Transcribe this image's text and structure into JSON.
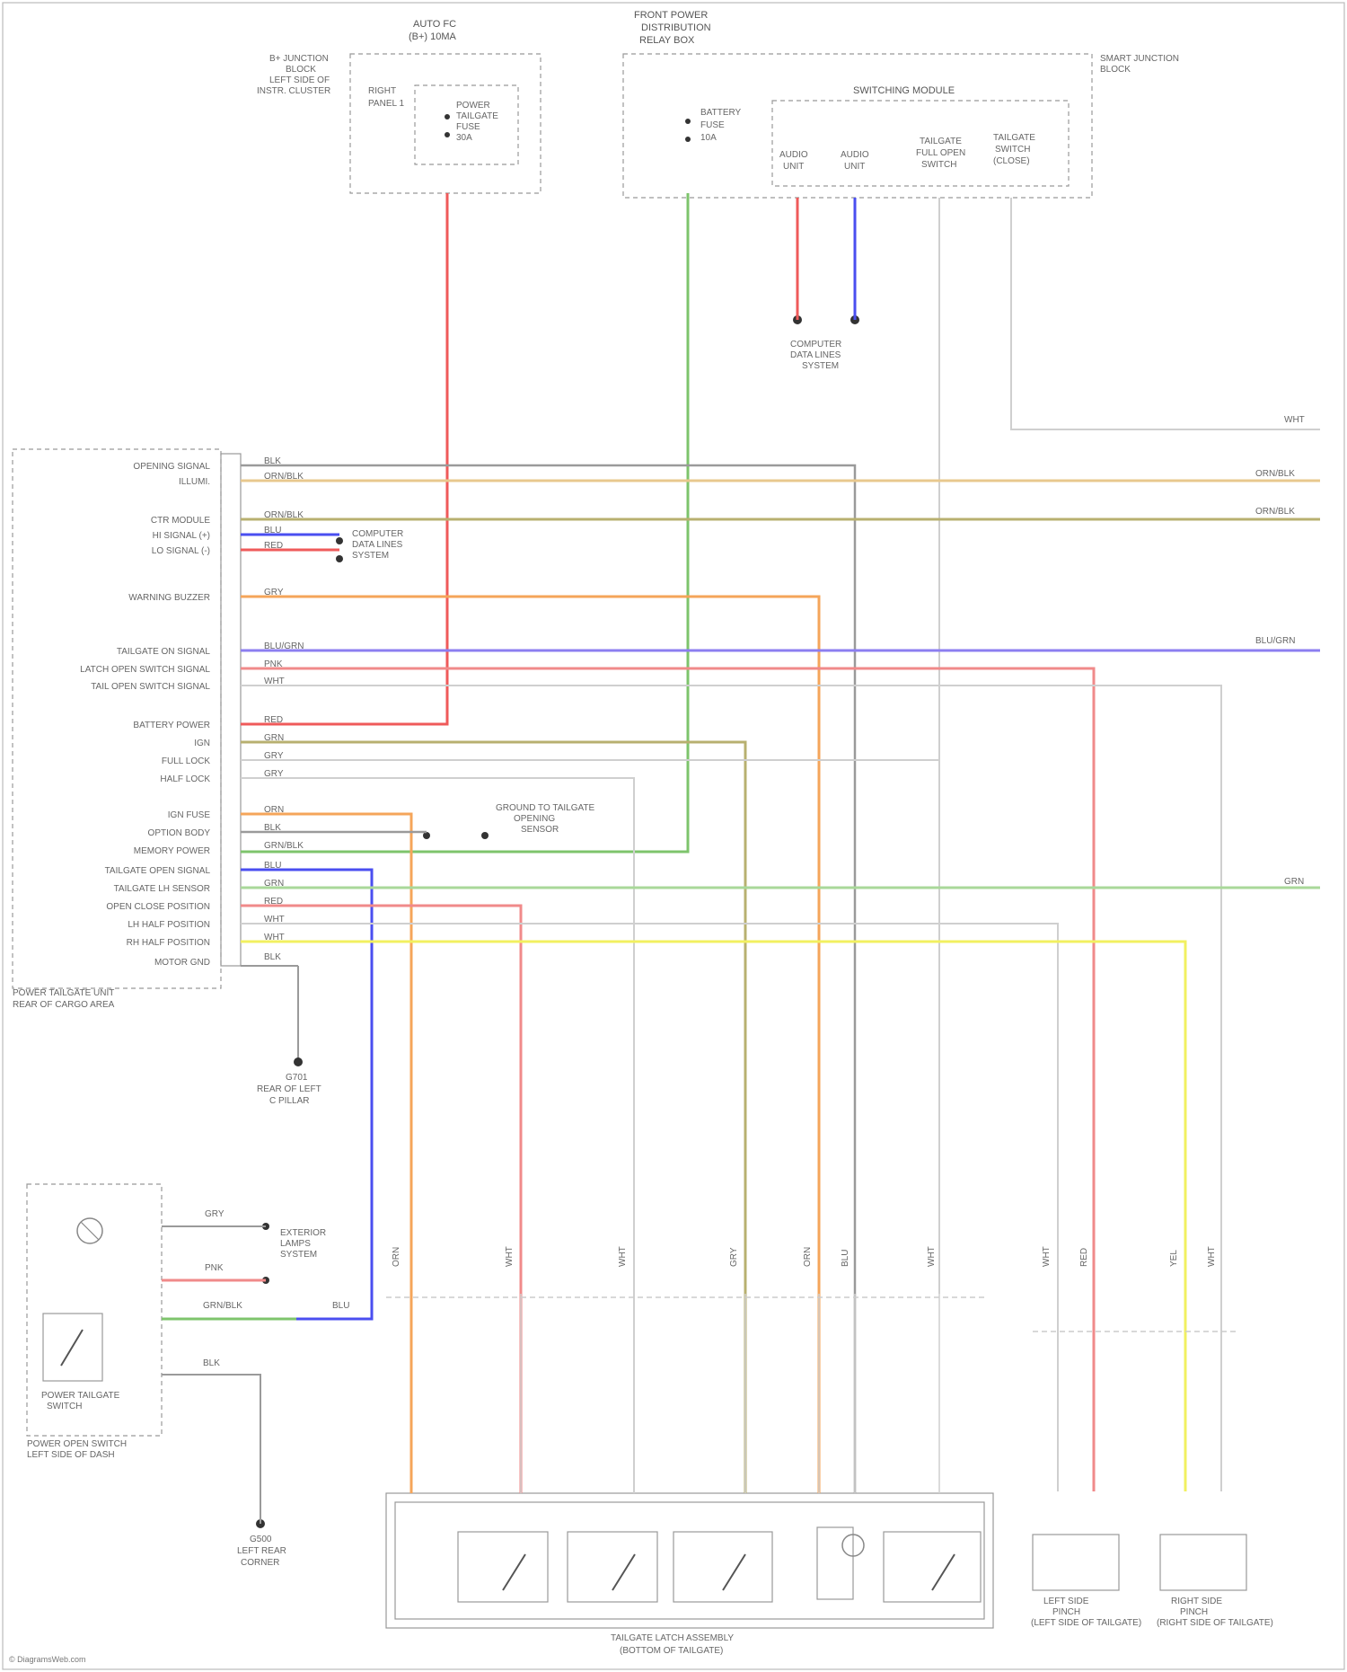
{
  "colors": {
    "red": "#ef5a5a",
    "pink": "#f08a8a",
    "blue": "#4a4ef0",
    "green": "#7ec46c",
    "orange": "#f5a55a",
    "tan": "#e8c88e",
    "violet": "#8c7ef0",
    "olive": "#b8b070",
    "yellow": "#f2f060",
    "lightgreen": "#a9d89a",
    "gray": "#9a9a9a",
    "lightgray": "#cfcfcf"
  },
  "labels": {
    "fuse_box": [
      "AUTO FC",
      "(B+) 10MA"
    ],
    "fuse_box_loc": [
      "B+ JUNCTION",
      "BLOCK",
      "LEFT SIDE OF",
      "INSTR. CLUSTER"
    ],
    "fuse_inner": [
      "RIGHT",
      "PANEL 1"
    ],
    "fuse_element": [
      "POWER",
      "TAILGATE",
      "FUSE",
      "30A"
    ],
    "relay_box": [
      "FRONT POWER",
      "DISTRIBUTION",
      "RELAY BOX"
    ],
    "relay_inner_fuse": [
      "BATTERY",
      "FUSE",
      "10A"
    ],
    "switching_module": "SWITCHING MODULE",
    "smart_junction": [
      "SMART JUNCTION",
      "BLOCK"
    ],
    "switch_a": [
      "AUDIO",
      "UNIT"
    ],
    "switch_b": [
      "AUDIO",
      "UNIT"
    ],
    "switch_c": [
      "TAILGATE",
      "FULL OPEN",
      "SWITCH"
    ],
    "switch_d": [
      "TAILGATE",
      "SWITCH",
      "(CLOSE)"
    ],
    "center_ground": [
      "COMPUTER",
      "DATA LINES",
      "SYSTEM"
    ],
    "ecu_pins": [
      "OPENING SIGNAL",
      "ILLUMI.",
      "CTR MODULE",
      "HI SIGNAL (+)",
      "LO SIGNAL (-)",
      "WARNING BUZZER",
      "TAILGATE ON SIGNAL",
      "LATCH OPEN SWITCH SIGNAL",
      "TAIL OPEN SWITCH SIGNAL",
      "BATTERY POWER",
      "IGN",
      "FULL LOCK",
      "HALF LOCK",
      "IGN FUSE",
      "OPTION BODY",
      "MEMORY POWER",
      "TAILGATE OPEN SIGNAL",
      "TAILGATE LH SENSOR",
      "OPEN CLOSE POSITION",
      "LH HALF POSITION",
      "RH HALF POSITION",
      "MOTOR GND"
    ],
    "ecu_name": [
      "POWER TAILGATE UNIT",
      "REAR OF CARGO AREA"
    ],
    "ecu_wires": [
      "BLK",
      "ORN/BLK",
      "ORN/BLK",
      "BLU",
      "RED",
      "GRY",
      "BLU/GRN",
      "PNK",
      "WHT",
      "RED",
      "GRN",
      "GRY",
      "GRY",
      "ORN",
      "BLK",
      "GRN/BLK",
      "BLU",
      "GRN",
      "RED",
      "WHT",
      "WHT",
      "BLK"
    ],
    "computer_data": [
      "COMPUTER",
      "DATA LINES",
      "SYSTEM"
    ],
    "ground_g": [
      "G701",
      "REAR OF LEFT",
      "C PILLAR"
    ],
    "ground_g2": [
      "G500",
      "LEFT REAR",
      "CORNER"
    ],
    "ground_sensor": [
      "GROUND TO TAILGATE",
      "OPENING",
      "SENSOR"
    ],
    "right_ends": [
      "WHT",
      "ORN/BLK",
      "ORN/BLK",
      "BLU/GRN",
      "GRN"
    ],
    "left_box": [
      "POWER TAILGATE",
      "SWITCH"
    ],
    "left_box_loc": [
      "POWER OPEN SWITCH",
      "LEFT SIDE OF DASH"
    ],
    "left_box_conn": [
      "EXTERIOR",
      "LAMPS",
      "SYSTEM"
    ],
    "left_box_wires": [
      "GRY",
      "PNK",
      "GRN/BLK",
      "BLU",
      "BLK"
    ],
    "bottom_module": [
      "TAILGATE LATCH ASSEMBLY",
      "(BOTTOM OF TAILGATE)"
    ],
    "striker_lh": [
      "LEFT SIDE",
      "PINCH",
      "(LEFT SIDE OF TAILGATE)"
    ],
    "striker_rh": [
      "RIGHT SIDE",
      "PINCH",
      "(RIGHT SIDE OF TAILGATE)"
    ],
    "mid_wires": [
      "ORN",
      "WHT",
      "WHT",
      "GRY",
      "ORN",
      "BLU",
      "WHT",
      "WHT",
      "RED",
      "YEL",
      "WHT"
    ],
    "footer": "© DiagramsWeb.com"
  }
}
